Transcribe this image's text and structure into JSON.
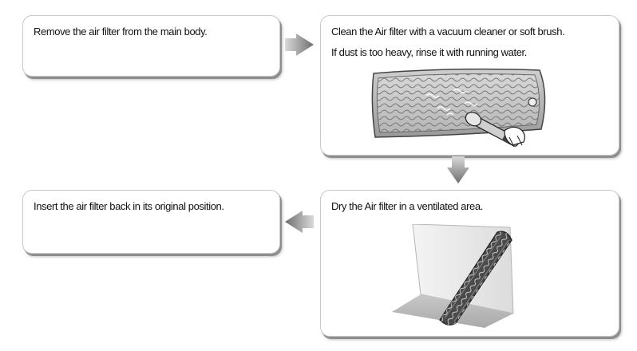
{
  "steps": [
    {
      "id": "remove",
      "lines": [
        "Remove the air filter from the main body."
      ]
    },
    {
      "id": "clean",
      "lines": [
        "Clean the Air filter with a vacuum cleaner or soft brush.",
        "If dust is too heavy, rinse it with running water."
      ]
    },
    {
      "id": "insert",
      "lines": [
        "Insert the air filter back in its original position."
      ]
    },
    {
      "id": "dry",
      "lines": [
        "Dry the Air filter in a ventilated area."
      ]
    }
  ],
  "arrows": [
    {
      "from": "remove",
      "to": "clean",
      "direction": "right"
    },
    {
      "from": "clean",
      "to": "dry",
      "direction": "down"
    },
    {
      "from": "dry",
      "to": "insert",
      "direction": "left"
    }
  ],
  "illustrations": [
    {
      "step": "clean",
      "icon": "filter-brushing-icon"
    },
    {
      "step": "dry",
      "icon": "filter-drying-icon"
    }
  ],
  "colors": {
    "arrow": "#777777",
    "box_shadow": "#8e8e8e",
    "filter": "#5a5a5a"
  }
}
